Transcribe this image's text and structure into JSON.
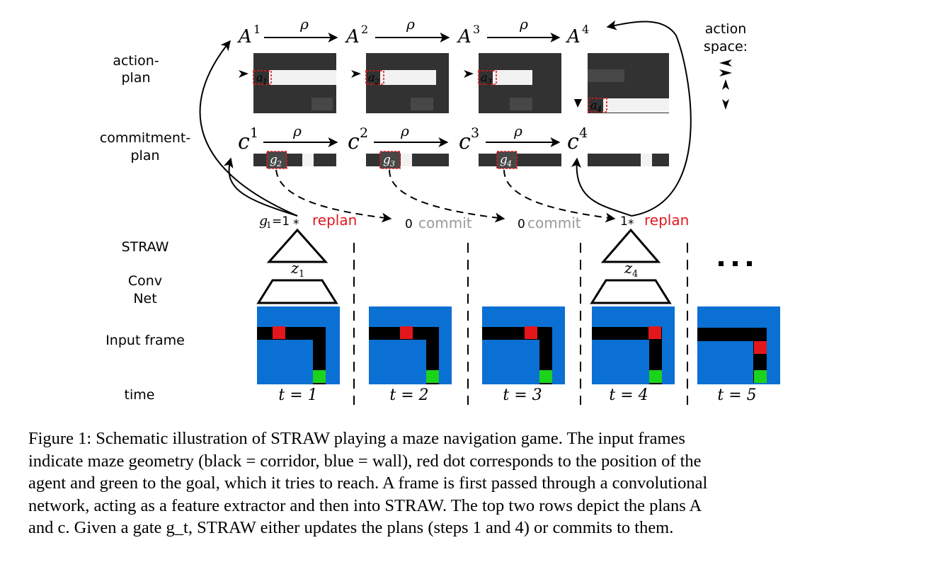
{
  "row_labels": {
    "action_plan": [
      "action-",
      "plan"
    ],
    "commitment_plan": [
      "commitment-",
      "plan"
    ],
    "straw": "STRAW",
    "convnet": [
      "Conv",
      "Net"
    ],
    "input_frame": "Input frame",
    "time": "time"
  },
  "action_space": {
    "label": [
      "action",
      "space:"
    ],
    "arrows": [
      "arrow-left",
      "arrow-right",
      "arrow-up-down"
    ]
  },
  "action_plan_labels": {
    "plans": [
      "A",
      "A",
      "A",
      "A"
    ],
    "superscripts": [
      "1",
      "2",
      "3",
      "4"
    ],
    "transition": "ρ",
    "cells": [
      "a",
      "a",
      "a",
      "a"
    ],
    "cell_subscripts": [
      "1",
      "2",
      "3",
      "4"
    ]
  },
  "commitment_plan_labels": {
    "plans": [
      "c",
      "c",
      "c",
      "c"
    ],
    "superscripts": [
      "1",
      "2",
      "3",
      "4"
    ],
    "transition": "ρ",
    "cells": [
      "g",
      "g",
      "g"
    ],
    "cell_subscripts": [
      "2",
      "3",
      "4"
    ]
  },
  "gates": {
    "step1": {
      "prefix": "g",
      "sub": "1",
      "eq": "=1",
      "star": "*",
      "action": "replan"
    },
    "step2": {
      "value": "0",
      "action": "commit"
    },
    "step3": {
      "value": "0",
      "action": "commit"
    },
    "step4": {
      "value": "1",
      "star": "*",
      "action": "replan"
    },
    "step5": {
      "ellipsis": "···"
    }
  },
  "latents": {
    "z": [
      "z",
      "z"
    ],
    "subs": [
      "1",
      "4"
    ]
  },
  "times": [
    "t = 1",
    "t = 2",
    "t = 3",
    "t = 4",
    "t = 5"
  ],
  "colors": {
    "wall": "#0a70d4",
    "corridor": "#000000",
    "agent": "#e3171b",
    "goal": "#1bd31b",
    "plan_bg": "#323232",
    "plan_highlight": "#f2f2f2",
    "replan": "#e0191f",
    "commit": "#9a9a9a"
  },
  "caption": [
    "Figure 1: Schematic illustration of STRAW playing a maze navigation game.  The input frames",
    "indicate maze geometry (black = corridor, blue = wall), red dot corresponds to the position of the",
    "agent and green to the goal, which it tries to reach. A frame is first passed through a convolutional",
    "network, acting as a feature extractor and then into STRAW. The top two rows depict the plans A",
    "and c. Given a gate g_t, STRAW either updates the plans (steps 1 and 4) or commits to them."
  ]
}
